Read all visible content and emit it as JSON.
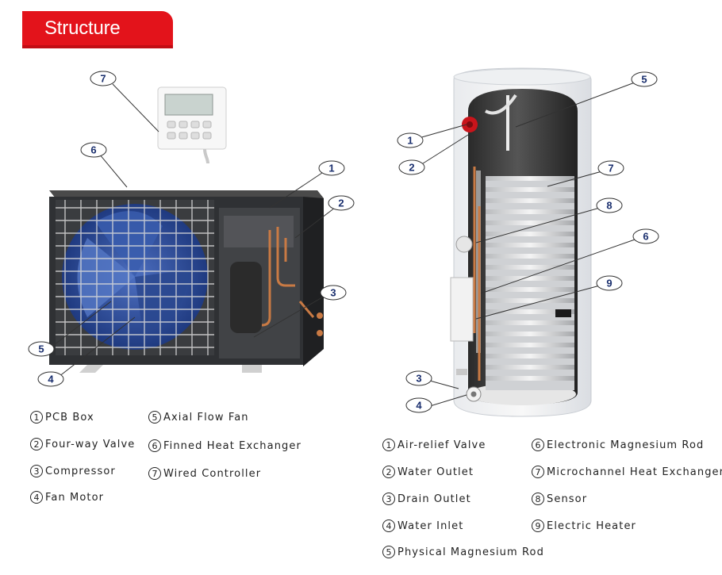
{
  "header": {
    "title": "Structure",
    "color": "#e3131b"
  },
  "outdoor_unit": {
    "callouts": [
      "7",
      "6",
      "1",
      "2",
      "3",
      "5",
      "4"
    ],
    "legend": [
      {
        "num": "1",
        "label": "PCB Box"
      },
      {
        "num": "2",
        "label": "Four-way Valve"
      },
      {
        "num": "3",
        "label": "Compressor"
      },
      {
        "num": "4",
        "label": "Fan Motor"
      },
      {
        "num": "5",
        "label": "Axial Flow Fan"
      },
      {
        "num": "6",
        "label": "Finned Heat Exchanger"
      },
      {
        "num": "7",
        "label": "Wired Controller"
      }
    ]
  },
  "water_tank": {
    "callouts": [
      "5",
      "1",
      "2",
      "7",
      "8",
      "6",
      "9",
      "3",
      "4"
    ],
    "legend": [
      {
        "num": "1",
        "label": "Air-relief Valve"
      },
      {
        "num": "2",
        "label": "Water Outlet"
      },
      {
        "num": "3",
        "label": "Drain Outlet"
      },
      {
        "num": "4",
        "label": "Water Inlet"
      },
      {
        "num": "5",
        "label": "Physical Magnesium Rod"
      },
      {
        "num": "6",
        "label": "Electronic Magnesium Rod"
      },
      {
        "num": "7",
        "label": "Microchannel Heat Exchanger"
      },
      {
        "num": "8",
        "label": "Sensor"
      },
      {
        "num": "9",
        "label": "Electric Heater"
      }
    ]
  },
  "colors": {
    "callout_text": "#1a2f6e",
    "fan_blue": "#2e4f9e"
  }
}
